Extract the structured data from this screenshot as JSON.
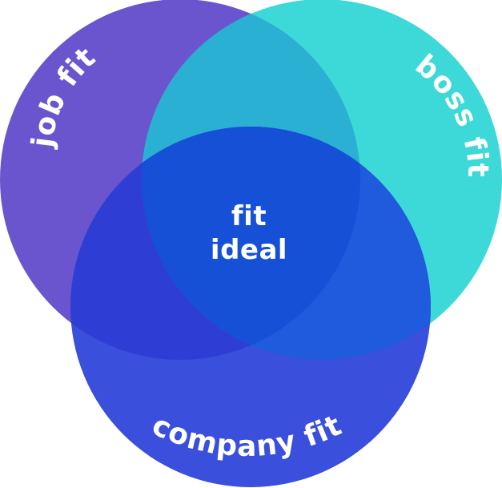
{
  "diagram": {
    "type": "venn",
    "circles": [
      {
        "id": "job",
        "label": "job fit",
        "color": "#6a55cf"
      },
      {
        "id": "boss",
        "label": "boss fit",
        "color": "#3dd8d8"
      },
      {
        "id": "company",
        "label": "company fit",
        "color": "#3a4fdc"
      }
    ],
    "center": {
      "line1": "fit",
      "line2": "ideal"
    },
    "overlap_colors": {
      "job_boss": "#29b0d2",
      "job_company": "#2e3ed4",
      "boss_company": "#1f5bdc",
      "all": "#1650d6"
    }
  }
}
